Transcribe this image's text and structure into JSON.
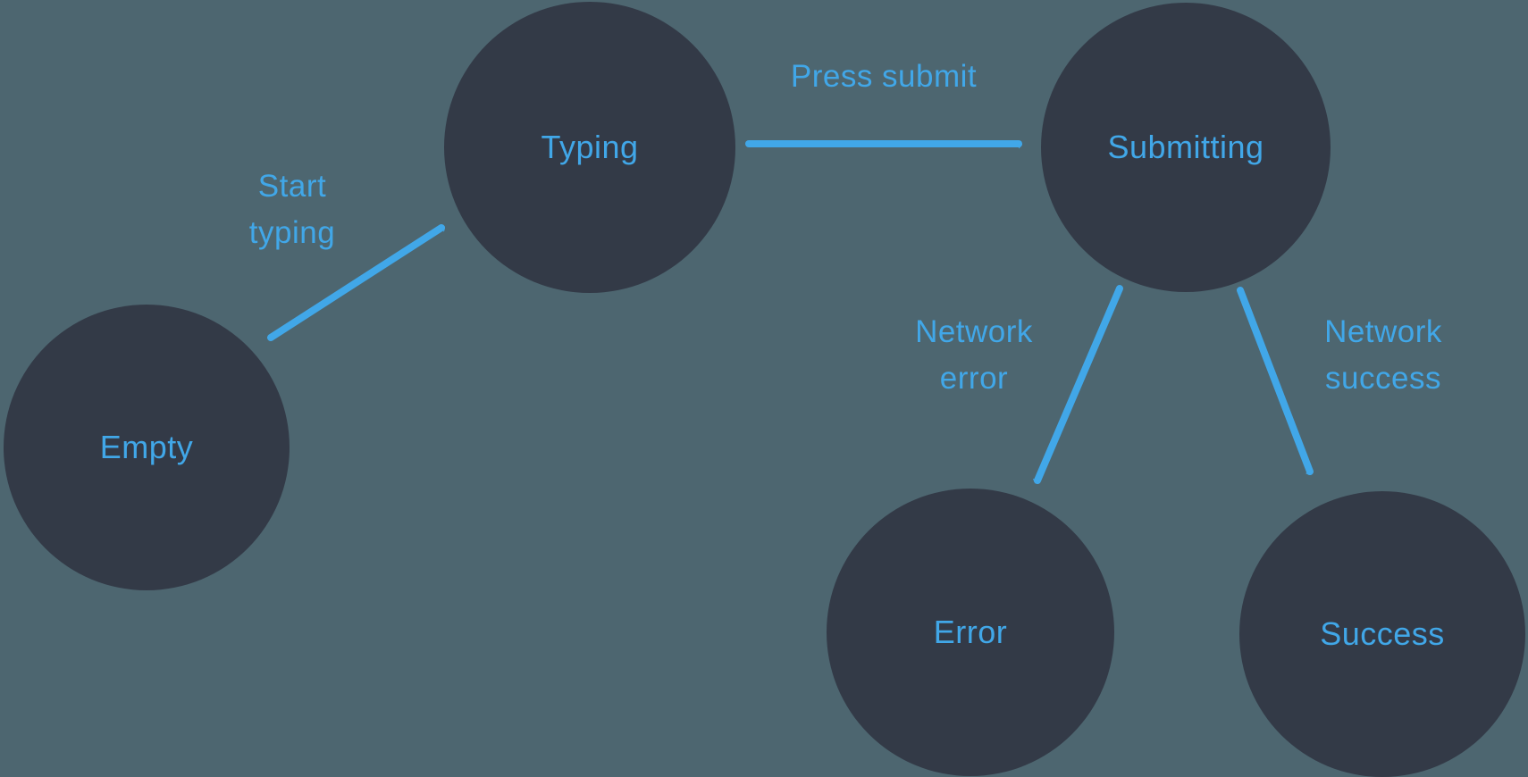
{
  "diagram": {
    "type": "state-machine",
    "colors": {
      "background": "#4D6670",
      "node_fill": "#333A47",
      "accent": "#41A7E8"
    },
    "states": [
      {
        "id": "empty",
        "label": "Empty"
      },
      {
        "id": "typing",
        "label": "Typing"
      },
      {
        "id": "submitting",
        "label": "Submitting"
      },
      {
        "id": "error",
        "label": "Error"
      },
      {
        "id": "success",
        "label": "Success"
      }
    ],
    "transitions": [
      {
        "from": "empty",
        "to": "typing",
        "label": "Start\ntyping"
      },
      {
        "from": "typing",
        "to": "submitting",
        "label": "Press submit"
      },
      {
        "from": "submitting",
        "to": "error",
        "label": "Network\nerror"
      },
      {
        "from": "submitting",
        "to": "success",
        "label": "Network\nsuccess"
      }
    ]
  }
}
